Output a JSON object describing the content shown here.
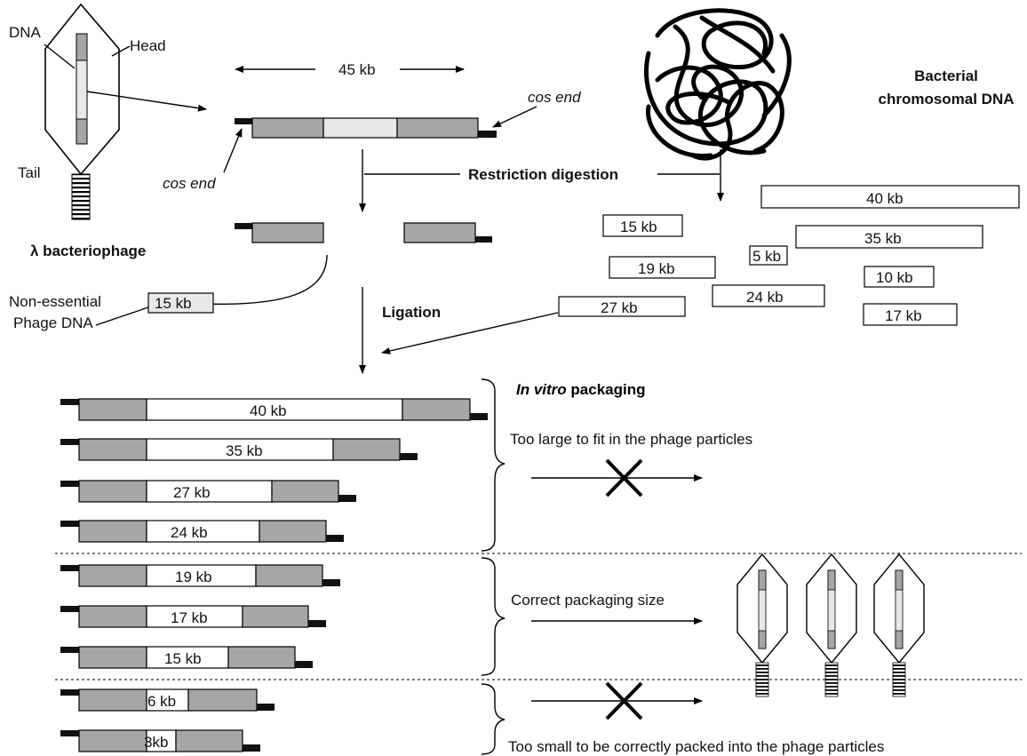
{
  "phage": {
    "dna_label": "DNA",
    "head_label": "Head",
    "tail_label": "Tail",
    "name": "λ bacteriophage"
  },
  "vector": {
    "length_label": "45 kb",
    "cos_end_left": "cos end",
    "cos_end_right": "cos end"
  },
  "bacterial": {
    "label_line1": "Bacterial",
    "label_line2": "chromosomal DNA"
  },
  "steps": {
    "restriction": "Restriction digestion",
    "ligation": "Ligation",
    "packaging_italic": "In vitro",
    "packaging_rest": " packaging"
  },
  "non_essential": {
    "line1": "Non-essential",
    "line2": "Phage DNA",
    "size": "15 kb"
  },
  "fragments": [
    "40 kb",
    "15 kb",
    "35 kb",
    "19 kb",
    "5 kb",
    "10 kb",
    "24 kb",
    "27 kb",
    "17 kb"
  ],
  "recombinants": [
    "40 kb",
    "35 kb",
    "27 kb",
    "24 kb",
    "19 kb",
    "17 kb",
    "15 kb",
    "6 kb",
    "3kb"
  ],
  "outcomes": {
    "too_large": "Too large to fit in the phage particles",
    "correct": "Correct packaging size",
    "too_small": "Too small to be correctly packed into the phage particles"
  },
  "colors": {
    "arm": "#a6a6a6",
    "stuffer": "#e8e8e8",
    "cos": "#111111"
  }
}
